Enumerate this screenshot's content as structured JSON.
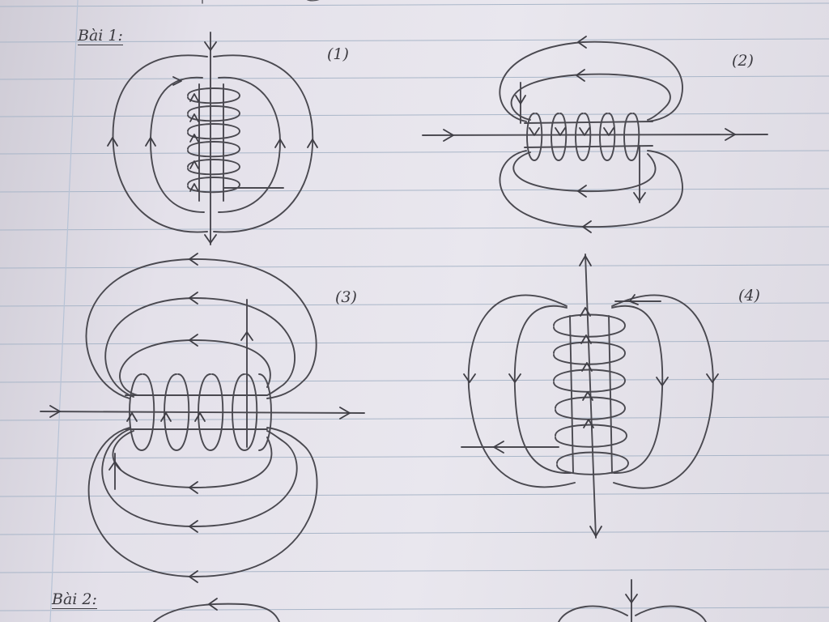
{
  "page": {
    "exercise_1_heading": "Bài 1:",
    "exercise_2_heading": "Bài 2:"
  },
  "figures": [
    {
      "id": "fig-1",
      "label": "(1)"
    },
    {
      "id": "fig-2",
      "label": "(2)"
    },
    {
      "id": "fig-3",
      "label": "(3)"
    },
    {
      "id": "fig-4",
      "label": "(4)"
    }
  ],
  "colors": {
    "paper": "#e6e4ec",
    "ruled_line": "#a9b6c8",
    "pencil": "#4a4950"
  }
}
